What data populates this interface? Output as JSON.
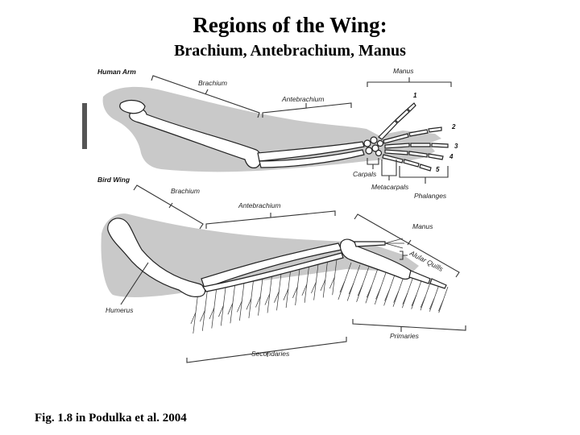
{
  "title": "Regions of the Wing:",
  "subtitle": "Brachium,  Antebrachium, Manus",
  "caption": "Fig. 1.8 in Podulka et al. 2004",
  "human": {
    "heading": "Human Arm",
    "brachium": "Brachium",
    "antebrachium": "Antebrachium",
    "manus": "Manus",
    "carpals": "Carpals",
    "metacarpals": "Metacarpals",
    "phalanges": "Phalanges",
    "digits": [
      "1",
      "2",
      "3",
      "4",
      "5"
    ]
  },
  "bird": {
    "heading": "Bird Wing",
    "brachium": "Brachium",
    "antebrachium": "Antebrachium",
    "manus": "Manus",
    "alular_quills": "Alular Quills",
    "humerus": "Humerus",
    "primaries": "Primaries",
    "secondaries": "Secondaries"
  },
  "colors": {
    "flesh": "#c9c9c9",
    "bone_fill": "#ffffff",
    "outline": "#222222",
    "scale_bar": "#555555"
  }
}
